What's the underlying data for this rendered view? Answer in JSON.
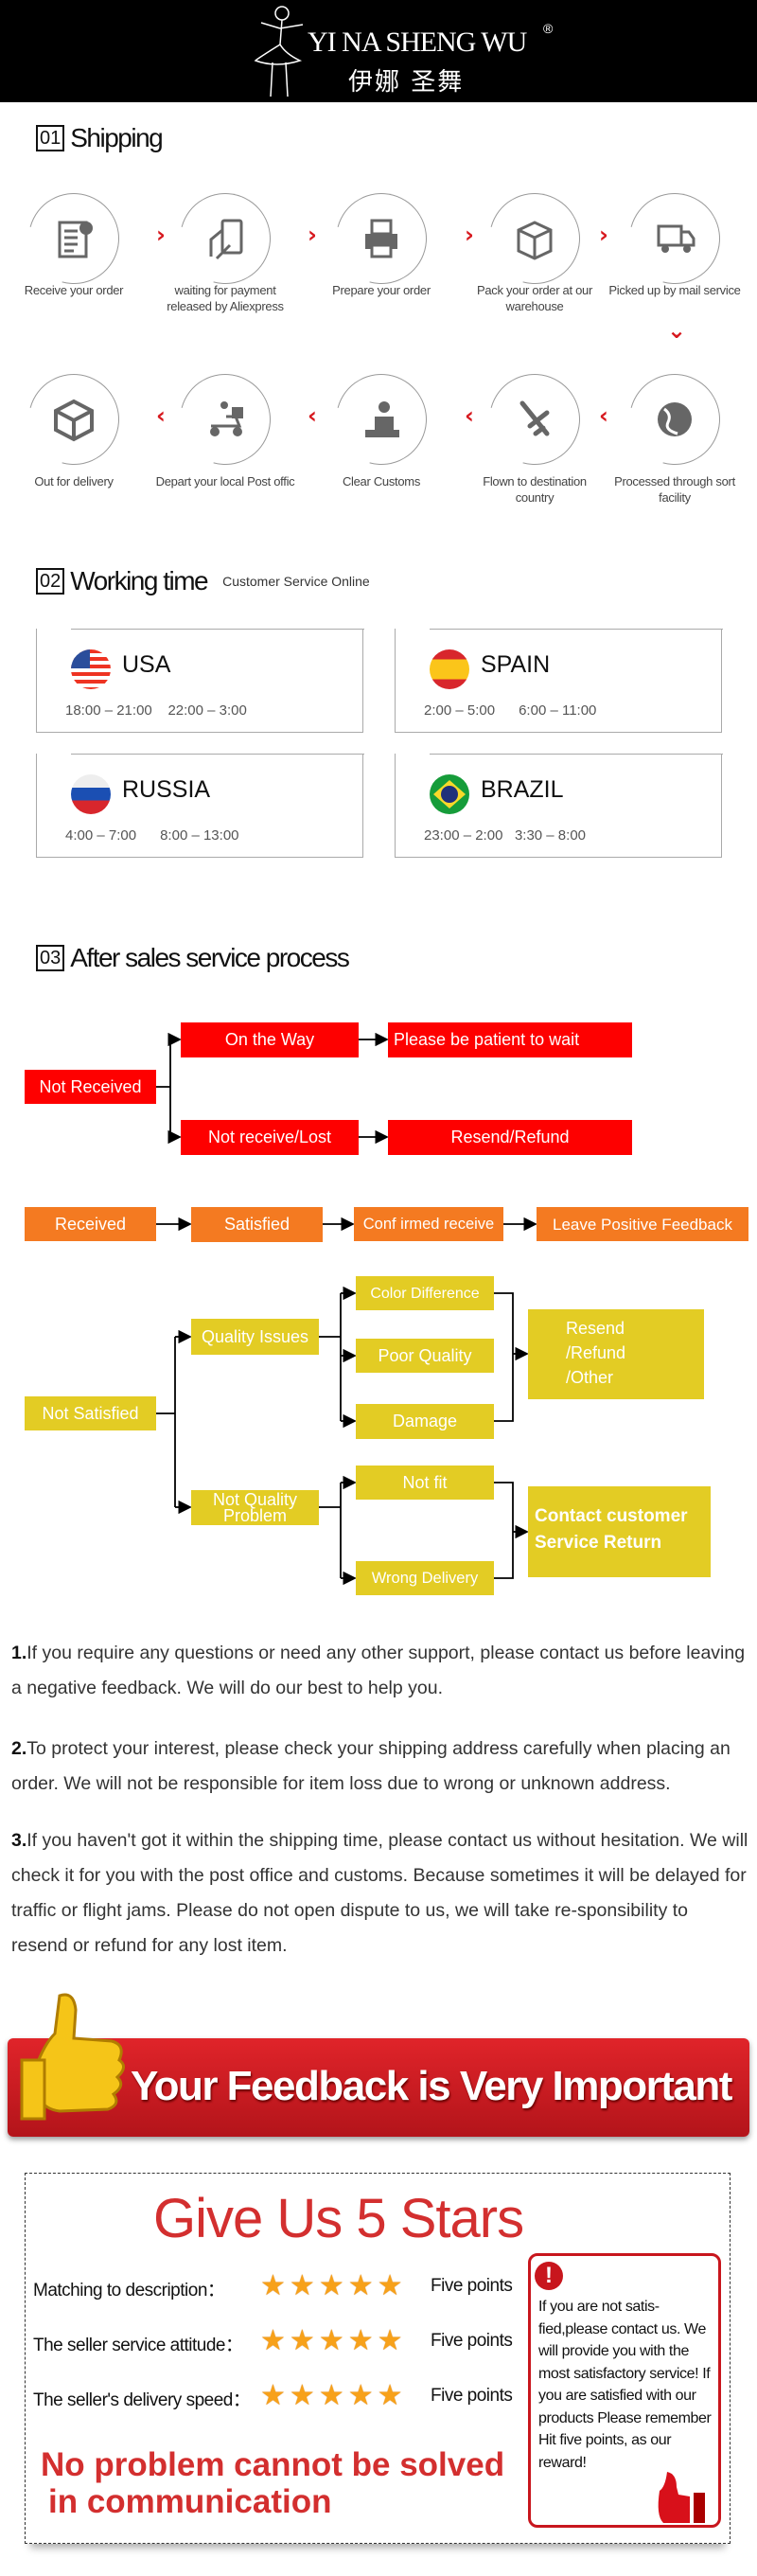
{
  "header": {
    "brand": "YI NA SHENG WU",
    "brand_cn": "伊娜 圣舞",
    "registered": "®"
  },
  "shipping": {
    "num": "01",
    "title": "Shipping",
    "steps": [
      {
        "label": "Receive your order",
        "icon": "clipboard-check-icon"
      },
      {
        "label": "waiting for payment released by Aliexpress",
        "icon": "hand-card-icon"
      },
      {
        "label": "Prepare your order",
        "icon": "printer-icon"
      },
      {
        "label": "Pack your order at our warehouse",
        "icon": "box-icon"
      },
      {
        "label": "Picked up by mail service",
        "icon": "truck-icon"
      },
      {
        "label": "Processed through sort facility",
        "icon": "globe-icon"
      },
      {
        "label": "Flown to destination country",
        "icon": "airplane-icon"
      },
      {
        "label": "Clear Customs",
        "icon": "customs-officer-icon"
      },
      {
        "label": "Depart your local Post offic",
        "icon": "scooter-courier-icon"
      },
      {
        "label": "Out  for delivery",
        "icon": "open-box-icon"
      }
    ],
    "arrow_color": "#d7191f"
  },
  "working": {
    "num": "02",
    "title": "Working time",
    "subtitle": "Customer Service Online",
    "countries": [
      {
        "name": "USA",
        "t1": "18:00 – 21:00",
        "t2": "22:00 – 3:00"
      },
      {
        "name": "SPAIN",
        "t1": "2:00 – 5:00",
        "t2": "6:00 – 11:00"
      },
      {
        "name": "RUSSIA",
        "t1": "4:00 – 7:00",
        "t2": "8:00 – 13:00"
      },
      {
        "name": "BRAZIL",
        "t1": "23:00 – 2:00",
        "t2": "3:30 – 8:00"
      }
    ]
  },
  "aftersales": {
    "num": "03",
    "title": "After sales service process",
    "not_received": "Not Received",
    "on_the_way": "On the Way",
    "wait": "Please be patient to wait",
    "lost": "Not receive/Lost",
    "resend_refund": "Resend/Refund",
    "received": "Received",
    "satisfied": "Satisfied",
    "confirmed": "Conf irmed receive",
    "leave_feedback": "Leave Positive Feedback",
    "not_satisfied": "Not Satisfied",
    "quality_issues": "Quality Issues",
    "color_difference": "Color Difference",
    "poor_quality": "Poor Quality",
    "damage": "Damage",
    "resend_refund_other": [
      "Resend",
      "/Refund",
      "/Other"
    ],
    "not_quality_problem": [
      "Not Quality",
      "Problem"
    ],
    "not_fit": "Not fit",
    "wrong_delivery": "Wrong Delivery",
    "contact": [
      "Contact customer",
      "Service Return"
    ],
    "colors": {
      "red": "#fe0000",
      "orange": "#f47a21",
      "yellow": "#e3cc24"
    }
  },
  "notes": [
    {
      "num": "1.",
      "text": "If you require any questions or need any other support, please contact us before leaving a negative feedback. We will do our best to help you."
    },
    {
      "num": "2.",
      "text": "To protect your interest, please check your shipping address carefully when placing an order. We will not be responsible for item loss due to wrong or unknown address."
    },
    {
      "num": "3.",
      "text": "If you haven't got it within the shipping time, please contact us without hesitation. We will check it for you with the post office and customs. Because sometimes it will be delayed for traffic or flight jams. Please do not open dispute to us, we will take re-sponsibility to resend or refund for any lost item."
    }
  ],
  "feedback_banner": "Your Feedback is Very Important",
  "stars_box": {
    "title": "Give Us 5 Stars",
    "ratings": [
      {
        "label": "Matching to description：",
        "stars": 5,
        "value": "Five points"
      },
      {
        "label": "The seller service attitude：",
        "stars": 5,
        "value": "Five points"
      },
      {
        "label": "The seller's delivery speed：",
        "stars": 5,
        "value": "Five points"
      }
    ],
    "slogan": [
      "No problem cannot be solved",
      "in communication"
    ],
    "notice": "If you are not satis-fied,please contact us. We will provide you with the most satisfactory service! If you are satisfied with our products Please remember Hit five points, as our reward!",
    "accent": "#d32f2f"
  }
}
